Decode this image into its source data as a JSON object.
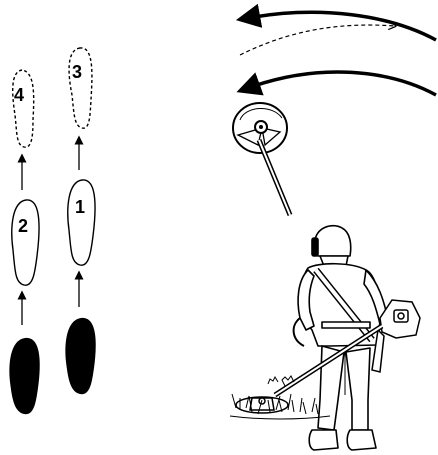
{
  "diagram": {
    "footprint_labels": [
      "1",
      "2",
      "3",
      "4"
    ],
    "colors": {
      "ink": "#000000",
      "paper": "#ffffff"
    },
    "icons": [
      "footprint-icon",
      "arrow-icon",
      "trimmer-head-icon",
      "operator-icon",
      "grass-icon"
    ]
  }
}
